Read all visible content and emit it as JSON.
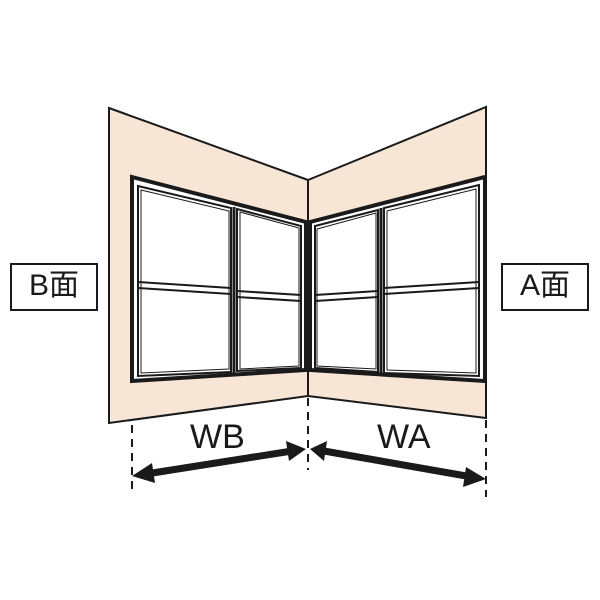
{
  "labels": {
    "face_b": "B面",
    "face_a": "A面",
    "width_b": "WB",
    "width_a": "WA"
  },
  "colors": {
    "wall_fill": "#f7e6d6",
    "line": "#1a1a1a",
    "glass": "#ffffff",
    "background": "#ffffff"
  },
  "diagram": {
    "description": "Corner bay window, two walls (B face left, A face right) each with a two-pane window, with width dimensions WB and WA",
    "faces": [
      {
        "name": "B面",
        "side": "left",
        "windows": 2,
        "dimension": "WB"
      },
      {
        "name": "A面",
        "side": "right",
        "windows": 2,
        "dimension": "WA"
      }
    ]
  }
}
